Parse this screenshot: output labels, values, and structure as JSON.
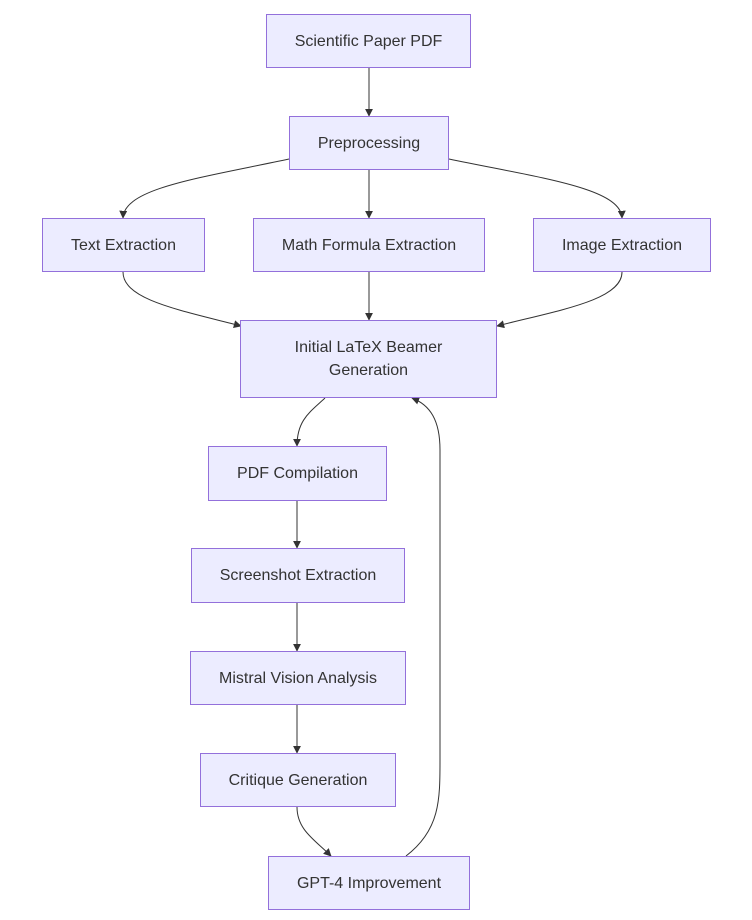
{
  "diagram": {
    "nodes": {
      "pdf": "Scientific Paper PDF",
      "preprocessing": "Preprocessing",
      "text": "Text Extraction",
      "math": "Math Formula Extraction",
      "image": "Image Extraction",
      "initial": "Initial LaTeX Beamer Generation",
      "compile": "PDF Compilation",
      "screenshot": "Screenshot Extraction",
      "mistral": "Mistral Vision Analysis",
      "critique": "Critique Generation",
      "gpt4": "GPT-4 Improvement"
    },
    "edges": [
      [
        "pdf",
        "preprocessing"
      ],
      [
        "preprocessing",
        "text"
      ],
      [
        "preprocessing",
        "math"
      ],
      [
        "preprocessing",
        "image"
      ],
      [
        "text",
        "initial"
      ],
      [
        "math",
        "initial"
      ],
      [
        "image",
        "initial"
      ],
      [
        "initial",
        "compile"
      ],
      [
        "compile",
        "screenshot"
      ],
      [
        "screenshot",
        "mistral"
      ],
      [
        "mistral",
        "critique"
      ],
      [
        "critique",
        "gpt4"
      ],
      [
        "gpt4",
        "initial"
      ]
    ],
    "colors": {
      "node_fill": "#ececff",
      "node_border": "#9370db",
      "edge": "#333333",
      "text": "#333333"
    }
  }
}
